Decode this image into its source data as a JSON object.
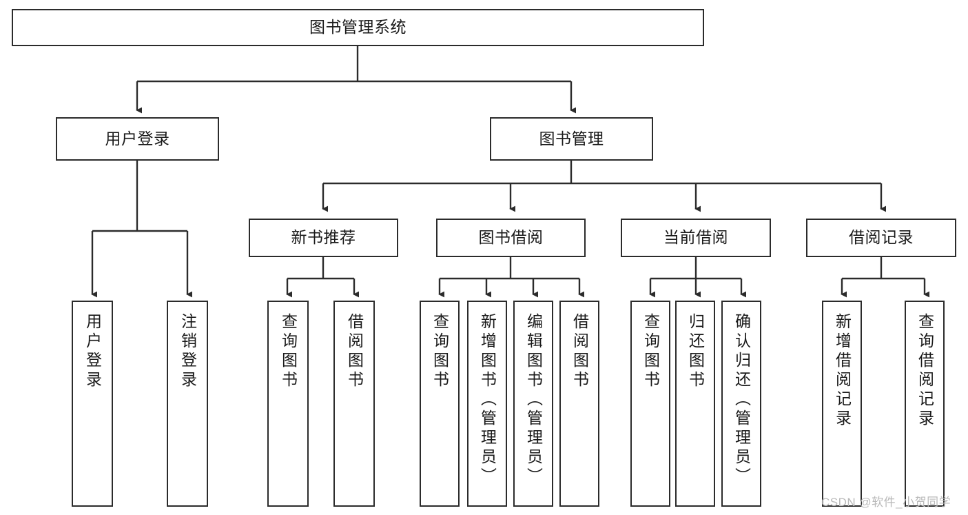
{
  "diagram": {
    "title": "图书管理系统",
    "type": "tree-hierarchy-chart",
    "background_color": "#ffffff",
    "line_color": "#2b2b2b",
    "text_color": "#1a1a1a"
  },
  "root": {
    "label": "图书管理系统"
  },
  "level2": [
    {
      "label": "用户登录"
    },
    {
      "label": "图书管理"
    }
  ],
  "level3": [
    {
      "label": "新书推荐"
    },
    {
      "label": "图书借阅"
    },
    {
      "label": "当前借阅"
    },
    {
      "label": "借阅记录"
    }
  ],
  "leaves": {
    "user_login": [
      {
        "label": "用户登录"
      },
      {
        "label": "注销登录"
      }
    ],
    "new_book_recommend": [
      {
        "label": "查询图书"
      },
      {
        "label": "借阅图书"
      }
    ],
    "book_borrow": [
      {
        "label": "查询图书"
      },
      {
        "label": "新增图书（管理员）"
      },
      {
        "label": "编辑图书（管理员）"
      },
      {
        "label": "借阅图书"
      }
    ],
    "current_borrow": [
      {
        "label": "查询图书"
      },
      {
        "label": "归还图书"
      },
      {
        "label": "确认归还（管理员）"
      }
    ],
    "borrow_record": [
      {
        "label": "新增借阅记录"
      },
      {
        "label": "查询借阅记录"
      }
    ]
  },
  "watermark": {
    "text": "CSDN @软件_小贺同学",
    "color": "#b9b9b9"
  }
}
